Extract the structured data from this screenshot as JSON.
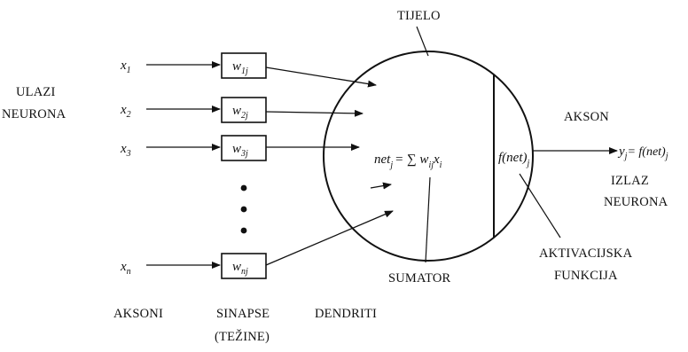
{
  "labels": {
    "tijelo": "TIJELO",
    "ulazi_line1": "ULAZI",
    "ulazi_line2": "NEURONA",
    "akson": "AKSON",
    "izlaz_line1": "IZLAZ",
    "izlaz_line2": "NEURONA",
    "aktivacijska_line1": "AKTIVACIJSKA",
    "aktivacijska_line2": "FUNKCIJA",
    "sumator": "SUMATOR",
    "aksoni": "AKSONI",
    "sinapse_line1": "SINAPSE",
    "sinapse_line2": "(TEŽINE)",
    "dendriti": "DENDRITI"
  },
  "inputs": [
    {
      "var": "x",
      "sub": "1",
      "weight": "w",
      "weight_sub": "1j"
    },
    {
      "var": "x",
      "sub": "2",
      "weight": "w",
      "weight_sub": "2j"
    },
    {
      "var": "x",
      "sub": "3",
      "weight": "w",
      "weight_sub": "3j"
    },
    {
      "var": "x",
      "sub": "n",
      "weight": "w",
      "weight_sub": "nj"
    }
  ],
  "formulas": {
    "net_main": "net",
    "net_sub": "j",
    "net_rhs": "= ∑ w",
    "net_rhs_sub": "ij",
    "net_rhs_x": "x",
    "net_rhs_x_sub": "i",
    "activation_main": "f(net)",
    "activation_sub": "j",
    "output": "y",
    "output_sub": "j",
    "output_rhs": "= f(net)",
    "output_rhs_sub": "j"
  },
  "ellipsis_dots": "•"
}
